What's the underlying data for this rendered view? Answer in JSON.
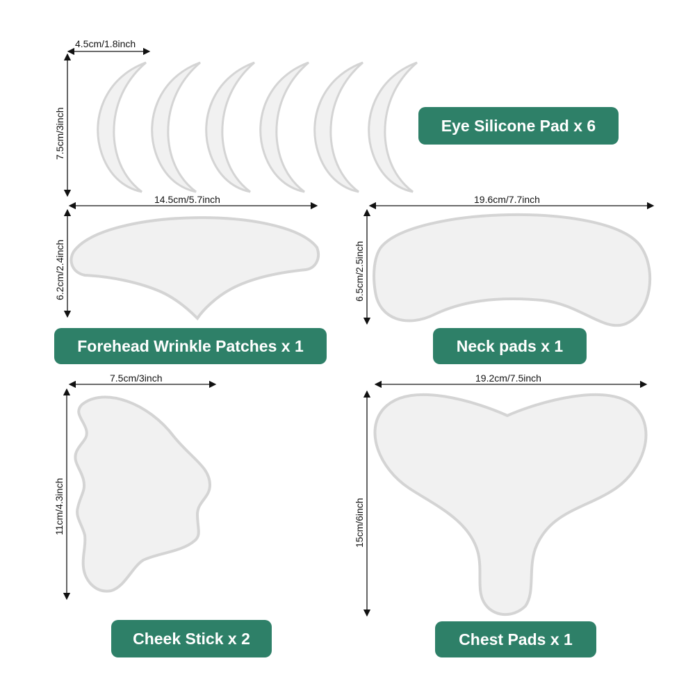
{
  "dimensions": {
    "eye_width": "4.5cm/1.8inch",
    "eye_height": "7.5cm/3inch",
    "forehead_width": "14.5cm/5.7inch",
    "forehead_height": "6.2cm/2.4inch",
    "neck_width": "19.6cm/7.7inch",
    "neck_height": "6.5cm/2.5inch",
    "cheek_width": "7.5cm/3inch",
    "cheek_height": "11cm/4.3inch",
    "chest_width": "19.2cm/7.5inch",
    "chest_height": "15cm/6inch"
  },
  "labels": {
    "eye": "Eye Silicone Pad x 6",
    "forehead": "Forehead Wrinkle Patches x 1",
    "neck": "Neck pads x 1",
    "cheek": "Cheek Stick x 2",
    "chest": "Chest Pads x 1"
  },
  "colors": {
    "label_bg": "#2e8068",
    "label_text": "#ffffff",
    "pad_fill": "#f1f1f1",
    "pad_edge": "#d4d4d4"
  }
}
